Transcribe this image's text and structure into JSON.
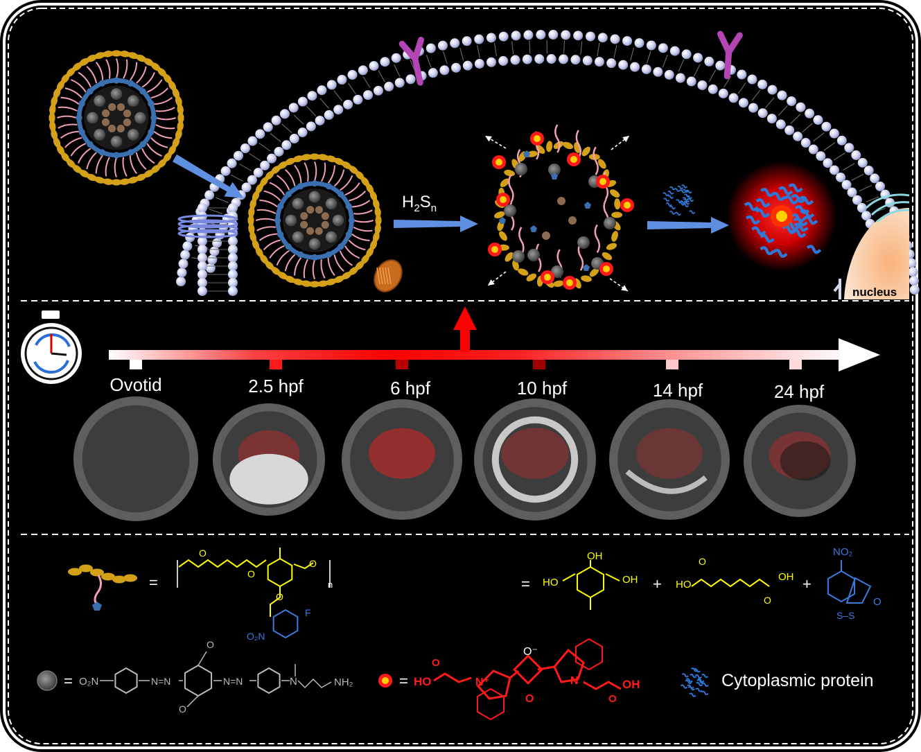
{
  "labels": {
    "reactant": "H",
    "reactant_sub1": "2",
    "reactant_mid": "S",
    "reactant_sub2": "n",
    "nucleus": "nucleus",
    "legend_protein": "Cytoplasmic protein"
  },
  "timeline": {
    "stages": [
      {
        "label": "Ovotid",
        "tick_color": "#ffffff",
        "fluorescence": 0.0
      },
      {
        "label": "2.5 hpf",
        "tick_color": "#ff1a1a",
        "fluorescence": 0.55
      },
      {
        "label": "6 hpf",
        "tick_color": "#b80000",
        "fluorescence": 0.75
      },
      {
        "label": "10 hpf",
        "tick_color": "#a00000",
        "fluorescence": 0.45
      },
      {
        "label": "14 hpf",
        "tick_color": "#ffc8c8",
        "fluorescence": 0.4
      },
      {
        "label": "24 hpf",
        "tick_color": "#ffd8d8",
        "fluorescence": 0.5
      }
    ]
  },
  "chemistry": {
    "equals": "=",
    "plus": "+",
    "polymer_n": "n",
    "o_atom": "O",
    "f_atom": "F",
    "no2": "O₂N",
    "no2_right": "NO₂",
    "ho": "HO",
    "oh": "OH",
    "cooh_ho": "HO",
    "cooh_oh": "OH",
    "s_s": "S–S",
    "azo_left": "O₂N",
    "azo_n1": "N=N",
    "azo_n2": "N=N",
    "azo_amine": "N",
    "azo_nh2": "NH₂",
    "dye_ho": "HO",
    "dye_oh": "OH",
    "dye_o_minus": "O⁻",
    "dye_o": "O",
    "dye_n_plus": "N⁺",
    "dye_n": "N"
  },
  "colors": {
    "background": "#000000",
    "lipid": "#c8d0ec",
    "shell": "#d4a017",
    "pink_chain": "#f2a0b4",
    "blue_core": "#3a6fb0",
    "arrow_blue": "#5f8fe0",
    "red_arrow": "#ff0000",
    "receptor": "#b445b4",
    "protein": "#2f78d8",
    "fluor": "#ff1a1a",
    "nucleus": "#f6c9a0",
    "polymer_yellow": "#ffff00",
    "dye_red": "#ff1a1a",
    "linker_blue": "#3a7be0"
  }
}
